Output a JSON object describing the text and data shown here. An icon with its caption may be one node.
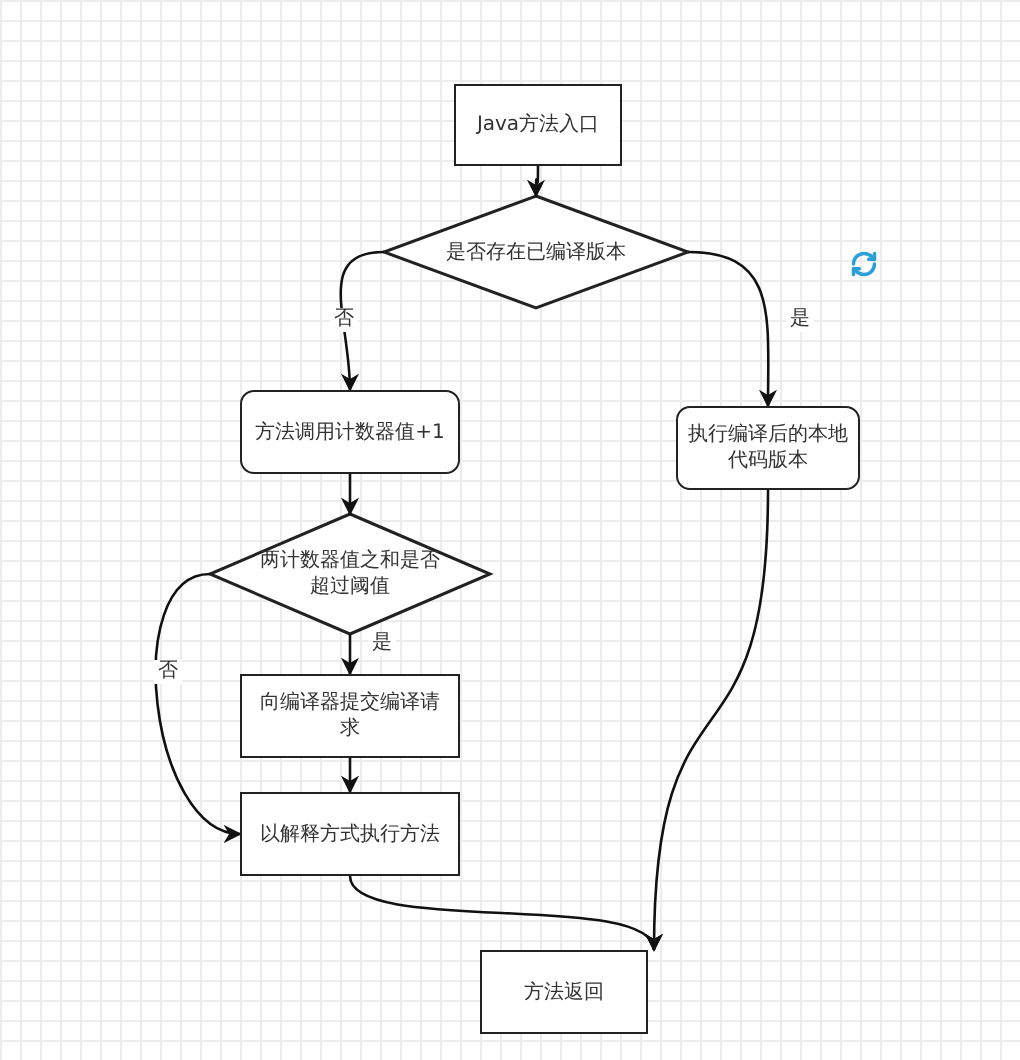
{
  "diagram": {
    "nodes": [
      {
        "text": [
          "Java方法入口"
        ]
      },
      {
        "text": [
          "是否存在已编译版本"
        ]
      },
      {
        "text": [
          "方法调用计数器值+1"
        ]
      },
      {
        "text": [
          "两计数器值之和是否超过阈值"
        ]
      },
      {
        "text": [
          "向编译器提交编译请求"
        ]
      },
      {
        "text": [
          "以解释方式执行方法"
        ]
      },
      {
        "text": [
          "执行编译后的本地代码版本"
        ]
      },
      {
        "text": [
          "方法返回"
        ]
      }
    ],
    "edges": [
      {
        "from": 0,
        "to": 1,
        "arrow": "to"
      },
      {
        "from": 1,
        "to": 2,
        "arrow": "to",
        "label": "否"
      },
      {
        "from": 1,
        "to": 6,
        "arrow": "to",
        "label": "是"
      },
      {
        "from": 2,
        "to": 3,
        "arrow": "to"
      },
      {
        "from": 3,
        "to": 4,
        "arrow": "to",
        "label": "是"
      },
      {
        "from": 3,
        "to": 5,
        "arrow": "to",
        "label": "否"
      },
      {
        "from": 4,
        "to": 5,
        "arrow": "to"
      },
      {
        "from": 5,
        "to": 7,
        "arrow": "to"
      },
      {
        "from": 6,
        "to": 7,
        "arrow": "to"
      }
    ]
  }
}
